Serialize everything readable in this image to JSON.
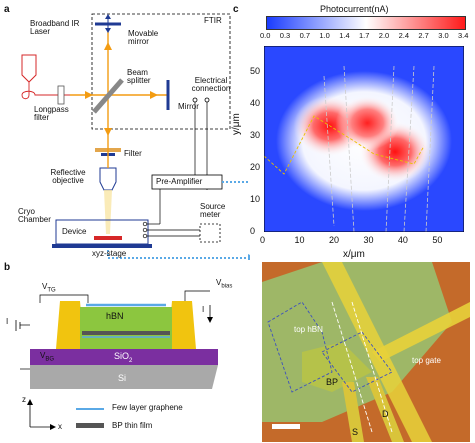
{
  "panel_a": {
    "letter": "a",
    "ftir_label": "FTIR",
    "laser_label": "Broadband IR Laser",
    "movable_mirror": "Movable mirror",
    "beam_splitter": "Beam splitter",
    "mirror": "Mirror",
    "longpass_filter": "Longpass filter",
    "filter": "Filter",
    "reflective_objective": "Reflective objective",
    "electrical_connection": "Electrical connection",
    "pre_amplifier": "Pre-Amplifier",
    "source_meter": "Source meter",
    "cryo_chamber": "Cryo Chamber",
    "device": "Device",
    "xyz_stage": "xyz-stage"
  },
  "panel_b": {
    "letter": "b",
    "v_bias": "V",
    "v_bias_sub": "bias",
    "v_tg": "V",
    "v_tg_sub": "TG",
    "v_bg": "V",
    "v_bg_sub": "BG",
    "current_symbol": "I",
    "current_symbol_2": "I",
    "hbn": "hBN",
    "sio2": "SiO",
    "sio2_sub": "2",
    "si": "Si",
    "axis_z": "z",
    "axis_x": "x",
    "legend_graphene": "Few layer graphene",
    "legend_bp": "BP thin film",
    "colors": {
      "gold": "#f1c40f",
      "hbn": "#8cc63f",
      "sio2": "#7b2fa0",
      "si": "#a9a9a9",
      "graphene": "#5aa9e6",
      "bp": "#555555"
    }
  },
  "panel_c": {
    "letter": "c",
    "colorbar_title": "Photocurrent(nA)",
    "colorbar_ticks": [
      "0.0",
      "0.3",
      "0.7",
      "1.0",
      "1.4",
      "1.7",
      "2.0",
      "2.4",
      "2.7",
      "3.0",
      "3.4"
    ],
    "colorbar_colors": [
      "#1a3cff",
      "#ffffff",
      "#ff1a1a"
    ],
    "photo_labels": {
      "top_hbn": "top hBN",
      "bp": "BP",
      "top_gate": "top gate",
      "s": "S",
      "d": "D"
    }
  },
  "chart_data": {
    "type": "heatmap",
    "title": "",
    "xlabel": "x/μm",
    "ylabel": "y/μm",
    "xlim": [
      0,
      58
    ],
    "ylim": [
      0,
      58
    ],
    "x_ticks": [
      "0",
      "10",
      "20",
      "30",
      "40",
      "50"
    ],
    "y_ticks": [
      "0",
      "10",
      "20",
      "30",
      "40",
      "50"
    ],
    "colorbar_range": [
      0.0,
      3.4
    ],
    "hotspots": [
      {
        "x": 19,
        "y": 33,
        "value": 3.4
      },
      {
        "x": 38,
        "y": 25,
        "value": 3.4
      },
      {
        "x": 30,
        "y": 34,
        "value": 2.4
      }
    ]
  }
}
